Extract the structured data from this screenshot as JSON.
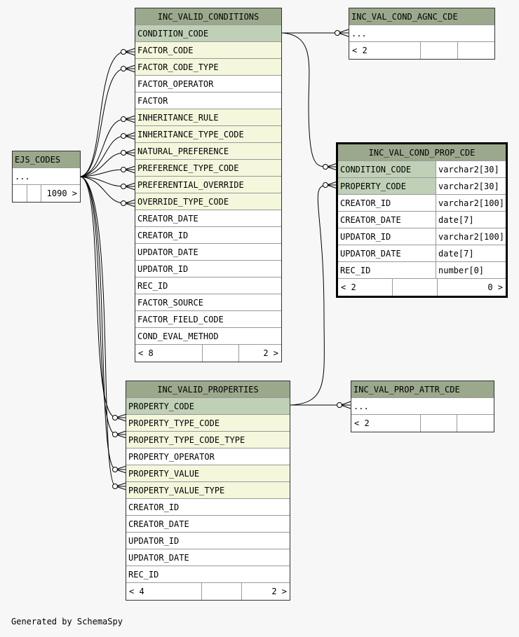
{
  "tables": {
    "inc_valid_conditions": {
      "name": "INC_VALID_CONDITIONS",
      "columns": [
        "CONDITION_CODE",
        "FACTOR_CODE",
        "FACTOR_CODE_TYPE",
        "FACTOR_OPERATOR",
        "FACTOR",
        "INHERITANCE_RULE",
        "INHERITANCE_TYPE_CODE",
        "NATURAL_PREFERENCE",
        "PREFERENCE_TYPE_CODE",
        "PREFERENTIAL_OVERRIDE",
        "OVERRIDE_TYPE_CODE",
        "CREATOR_DATE",
        "CREATOR_ID",
        "UPDATOR_DATE",
        "UPDATOR_ID",
        "REC_ID",
        "FACTOR_SOURCE",
        "FACTOR_FIELD_CODE",
        "COND_EVAL_METHOD"
      ],
      "footer": {
        "left": "< 8",
        "right": "2 >"
      }
    },
    "inc_val_cond_agnc_cde": {
      "name": "INC_VAL_COND_AGNC_CDE",
      "columns": [
        "..."
      ],
      "footer": {
        "left": "< 2",
        "right": ""
      }
    },
    "ejs_codes": {
      "name": "EJS_CODES",
      "columns": [
        "..."
      ],
      "footer": {
        "left": "",
        "right": "1090 >"
      }
    },
    "inc_val_cond_prop_cde": {
      "name": "INC_VAL_COND_PROP_CDE",
      "columns": [
        {
          "name": "CONDITION_CODE",
          "type": "varchar2[30]"
        },
        {
          "name": "PROPERTY_CODE",
          "type": "varchar2[30]"
        },
        {
          "name": "CREATOR_ID",
          "type": "varchar2[100]"
        },
        {
          "name": "CREATOR_DATE",
          "type": "date[7]"
        },
        {
          "name": "UPDATOR_ID",
          "type": "varchar2[100]"
        },
        {
          "name": "UPDATOR_DATE",
          "type": "date[7]"
        },
        {
          "name": "REC_ID",
          "type": "number[0]"
        }
      ],
      "footer": {
        "left": "< 2",
        "right": "0 >"
      }
    },
    "inc_valid_properties": {
      "name": "INC_VALID_PROPERTIES",
      "columns": [
        "PROPERTY_CODE",
        "PROPERTY_TYPE_CODE",
        "PROPERTY_TYPE_CODE_TYPE",
        "PROPERTY_OPERATOR",
        "PROPERTY_VALUE",
        "PROPERTY_VALUE_TYPE",
        "CREATOR_ID",
        "CREATOR_DATE",
        "UPDATOR_ID",
        "UPDATOR_DATE",
        "REC_ID"
      ],
      "footer": {
        "left": "< 4",
        "right": "2 >"
      }
    },
    "inc_val_prop_attr_cde": {
      "name": "INC_VAL_PROP_ATTR_CDE",
      "columns": [
        "..."
      ],
      "footer": {
        "left": "< 2",
        "right": ""
      }
    }
  },
  "footer_text": "Generated by SchemaSpy",
  "colors": {
    "header": "#9ba88c",
    "primary_key": "#bfd0b6",
    "foreign_key": "#f4f7dc",
    "background": "#f7f7f7"
  }
}
